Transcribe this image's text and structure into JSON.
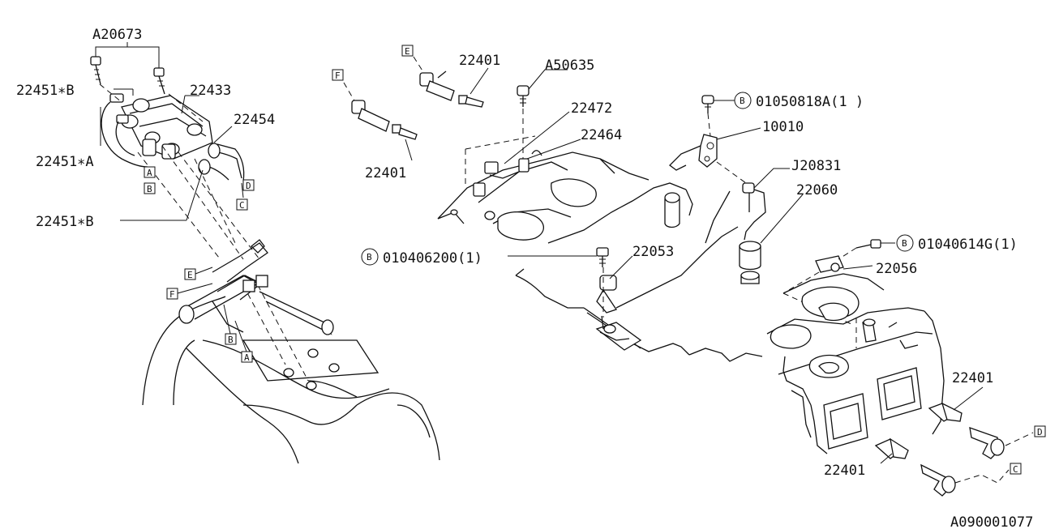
{
  "labels": {
    "a20673": "A20673",
    "p22451b_top": "22451∗B",
    "p22433": "22433",
    "p22454": "22454",
    "p22451a": "22451∗A",
    "p22451b_bottom": "22451∗B",
    "p22401_top": "22401",
    "a50635": "A50635",
    "p22472": "22472",
    "p22464": "22464",
    "p22401_mid": "22401",
    "p01050818a": "01050818A(1 )",
    "p10010": "10010",
    "j20831": "J20831",
    "p22060": "22060",
    "p010406200": "010406200(1)",
    "p22053": "22053",
    "p01040614g": "01040614G(1)",
    "p22056": "22056",
    "p22401_right_top": "22401",
    "p22401_right_bottom": "22401",
    "drawing_number": "A090001077"
  },
  "ref_marks": {
    "a": "A",
    "b": "B",
    "c": "C",
    "d": "D",
    "e": "E",
    "f": "F"
  },
  "bolt_symbol": "B",
  "icons": [
    "bolt-icon",
    "ignition-coil-icon",
    "spark-plug-icon",
    "plug-cap-icon",
    "sensor-icon",
    "bracket-icon",
    "engine-block-outline"
  ]
}
